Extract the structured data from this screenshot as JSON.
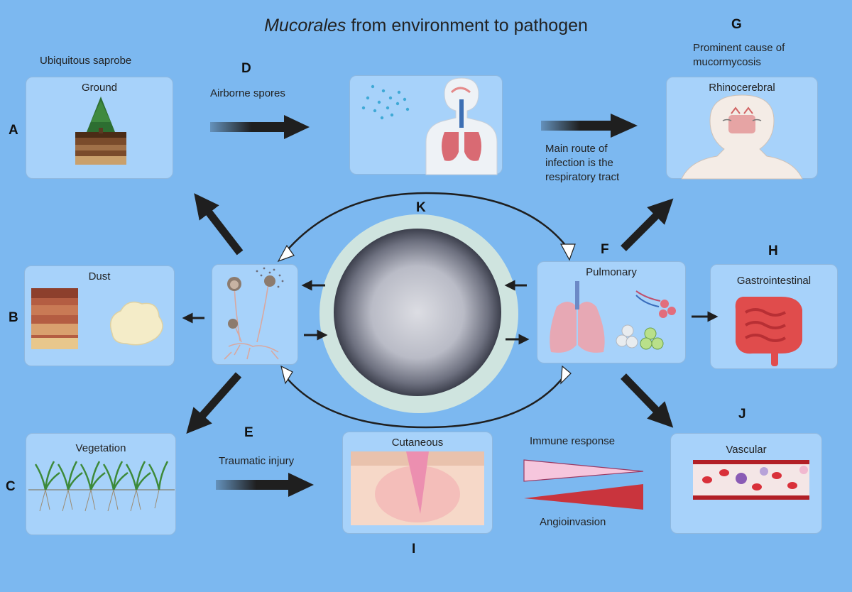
{
  "title": {
    "italic": "Mucorales",
    "rest": " from environment to pathogen"
  },
  "letters": {
    "A": "A",
    "B": "B",
    "C": "C",
    "D": "D",
    "E": "E",
    "F": "F",
    "G": "G",
    "H": "H",
    "I": "I",
    "J": "J",
    "K": "K"
  },
  "notes": {
    "ubiquitous": "Ubiquitous saprobe",
    "airborne": "Airborne spores",
    "prominent": "Prominent cause of mucormycosis",
    "main_route": "Main route of infection is the respiratory tract",
    "traumatic": "Traumatic injury",
    "immune": "Immune response",
    "angio": "Angioinvasion"
  },
  "panels": {
    "ground": "Ground",
    "dust": "Dust",
    "vegetation": "Vegetation",
    "rhinocerebral": "Rhinocerebral",
    "pulmonary": "Pulmonary",
    "gastrointestinal": "Gastrointestinal",
    "cutaneous": "Cutaneous",
    "vascular": "Vascular"
  },
  "colors": {
    "background": "#7cb8f0",
    "panel": "#a7d2fa",
    "arrow": "#1f1f1f",
    "immune_wedge": "#f6c6dd",
    "angio_wedge": "#c9343d"
  }
}
